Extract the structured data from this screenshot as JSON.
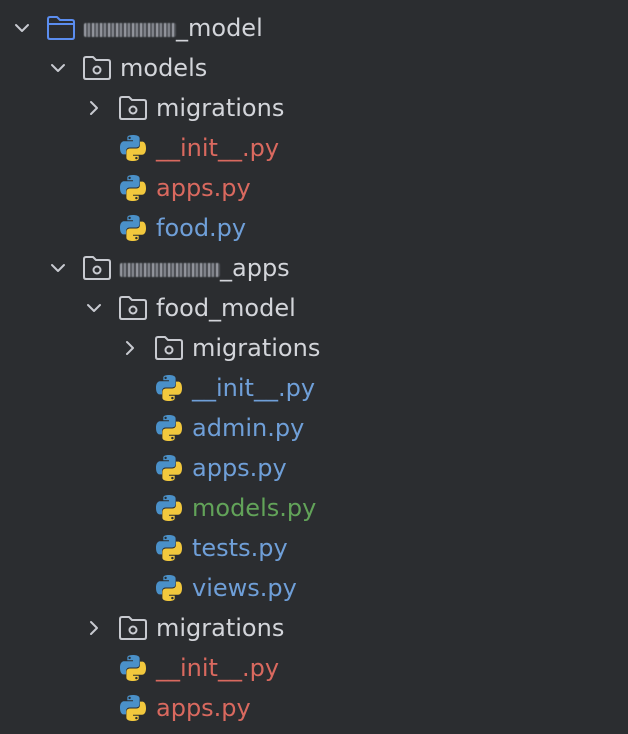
{
  "colors": {
    "background": "#2b2d30",
    "normal": "#d3d5da",
    "untracked": "#d9695f",
    "modified": "#6f9fd8",
    "added": "#62a359",
    "folder_root": "#5b8def"
  },
  "tree": [
    {
      "name": "project-root-folder",
      "label": "_model",
      "blurred_prefix": true,
      "icon": "folder-root-icon",
      "chevron": "down",
      "color": "normal",
      "depth": 0
    },
    {
      "name": "folder-models",
      "label": "models",
      "icon": "package-folder-icon",
      "chevron": "down",
      "color": "normal",
      "depth": 1
    },
    {
      "name": "folder-migrations",
      "label": "migrations",
      "icon": "package-folder-icon",
      "chevron": "right",
      "color": "normal",
      "depth": 2
    },
    {
      "name": "file-init-py",
      "label": "__init__.py",
      "icon": "python-file-icon",
      "chevron": "none",
      "color": "untracked",
      "depth": 2
    },
    {
      "name": "file-apps-py",
      "label": "apps.py",
      "icon": "python-file-icon",
      "chevron": "none",
      "color": "untracked",
      "depth": 2
    },
    {
      "name": "file-food-py",
      "label": "food.py",
      "icon": "python-file-icon",
      "chevron": "none",
      "color": "modified",
      "depth": 2
    },
    {
      "name": "folder-apps",
      "label": "_apps",
      "blurred_prefix": true,
      "icon": "package-folder-icon",
      "chevron": "down",
      "color": "normal",
      "depth": 1
    },
    {
      "name": "folder-food-model",
      "label": "food_model",
      "icon": "package-folder-icon",
      "chevron": "down",
      "color": "normal",
      "depth": 2
    },
    {
      "name": "folder-migrations",
      "label": "migrations",
      "icon": "package-folder-icon",
      "chevron": "right",
      "color": "normal",
      "depth": 3
    },
    {
      "name": "file-init-py",
      "label": "__init__.py",
      "icon": "python-file-icon",
      "chevron": "none",
      "color": "modified",
      "depth": 3
    },
    {
      "name": "file-admin-py",
      "label": "admin.py",
      "icon": "python-file-icon",
      "chevron": "none",
      "color": "modified",
      "depth": 3
    },
    {
      "name": "file-apps-py",
      "label": "apps.py",
      "icon": "python-file-icon",
      "chevron": "none",
      "color": "modified",
      "depth": 3
    },
    {
      "name": "file-models-py",
      "label": "models.py",
      "icon": "python-file-icon",
      "chevron": "none",
      "color": "added",
      "depth": 3
    },
    {
      "name": "file-tests-py",
      "label": "tests.py",
      "icon": "python-file-icon",
      "chevron": "none",
      "color": "modified",
      "depth": 3
    },
    {
      "name": "file-views-py",
      "label": "views.py",
      "icon": "python-file-icon",
      "chevron": "none",
      "color": "modified",
      "depth": 3
    },
    {
      "name": "folder-migrations",
      "label": "migrations",
      "icon": "package-folder-icon",
      "chevron": "right",
      "color": "normal",
      "depth": 2
    },
    {
      "name": "file-init-py",
      "label": "__init__.py",
      "icon": "python-file-icon",
      "chevron": "none",
      "color": "untracked",
      "depth": 2
    },
    {
      "name": "file-apps-py",
      "label": "apps.py",
      "icon": "python-file-icon",
      "chevron": "none",
      "color": "untracked",
      "depth": 2
    }
  ]
}
